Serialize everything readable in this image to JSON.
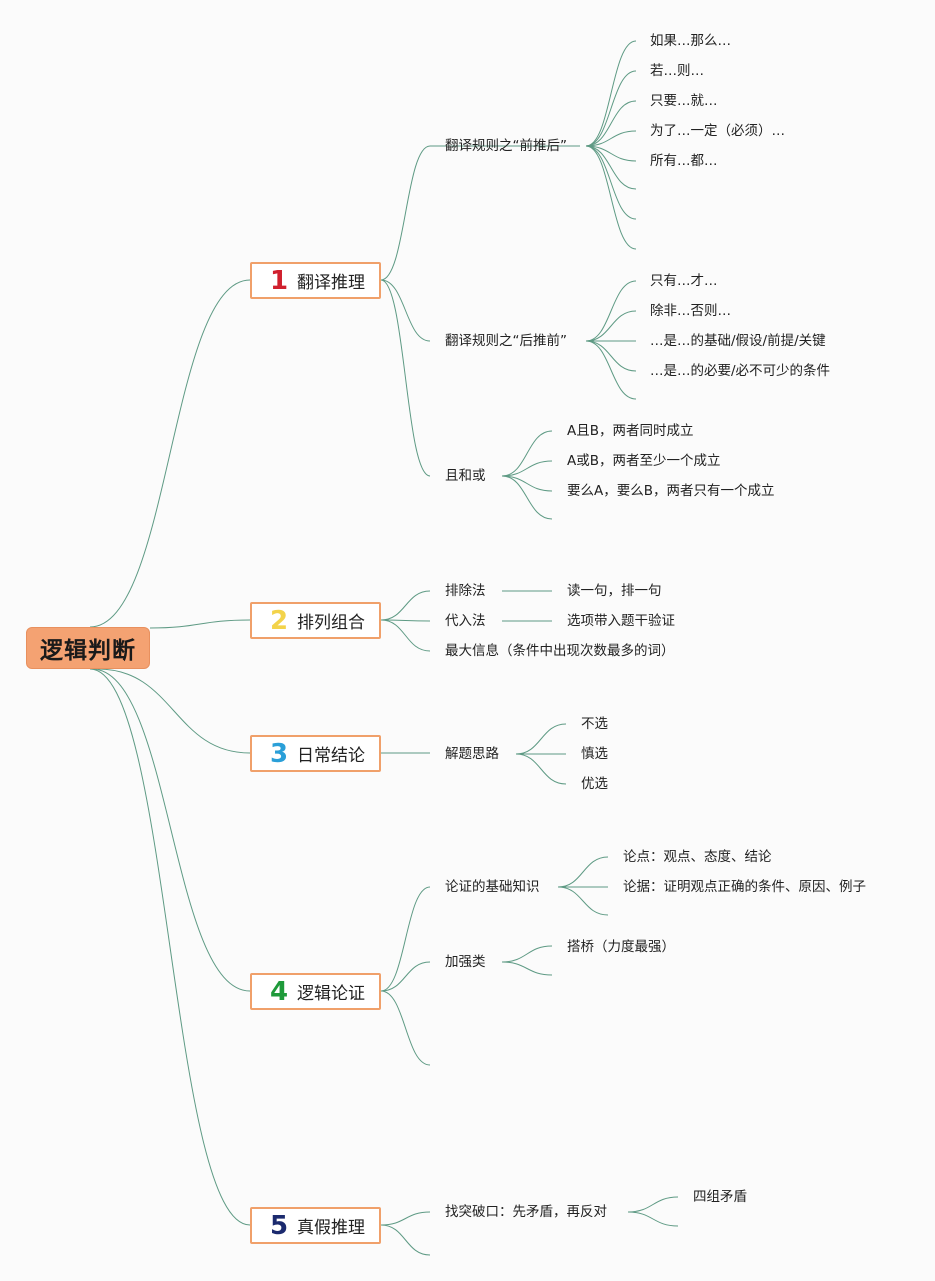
{
  "root": {
    "label": "逻辑判断"
  },
  "branches": [
    {
      "num": "1",
      "label": "翻译推理",
      "color": "#d0202e",
      "subs": [
        {
          "label": "翻译规则之“前推后”",
          "leaves": [
            "如果…那么…",
            "若…则…",
            "只要…就…",
            "为了…一定（必须）…",
            "所有…都…",
            "",
            "",
            ""
          ]
        },
        {
          "label": "翻译规则之“后推前”",
          "leaves": [
            "只有…才…",
            "除非…否则…",
            "…是…的基础/假设/前提/关键",
            "…是…的必要/必不可少的条件",
            ""
          ]
        },
        {
          "label": "且和或",
          "leaves": [
            "A且B，两者同时成立",
            "A或B，两者至少一个成立",
            "要么A，要么B，两者只有一个成立",
            ""
          ]
        }
      ]
    },
    {
      "num": "2",
      "label": "排列组合",
      "color": "#f3d34a",
      "subs": [
        {
          "label": "排除法",
          "leaves": [
            "读一句，排一句"
          ]
        },
        {
          "label": "代入法",
          "leaves": [
            "选项带入题干验证"
          ]
        },
        {
          "label": "最大信息（条件中出现次数最多的词）",
          "leaves": []
        }
      ]
    },
    {
      "num": "3",
      "label": "日常结论",
      "color": "#2a9fd8",
      "subs": [
        {
          "label": "解题思路",
          "leaves": [
            "不选",
            "慎选",
            "优选"
          ]
        }
      ]
    },
    {
      "num": "4",
      "label": "逻辑论证",
      "color": "#1e9a3a",
      "subs": [
        {
          "label": "论证的基础知识",
          "leaves": [
            "论点：观点、态度、结论",
            "论据：证明观点正确的条件、原因、例子",
            ""
          ]
        },
        {
          "label": "加强类",
          "leaves": [
            "搭桥（力度最强）",
            ""
          ]
        },
        {
          "label": "",
          "leaves": []
        }
      ]
    },
    {
      "num": "5",
      "label": "真假推理",
      "color": "#1b2a6e",
      "subs": [
        {
          "label": "找突破口：先矛盾，再反对",
          "leaves": [
            "四组矛盾",
            ""
          ]
        },
        {
          "label": "",
          "leaves": []
        }
      ]
    }
  ]
}
